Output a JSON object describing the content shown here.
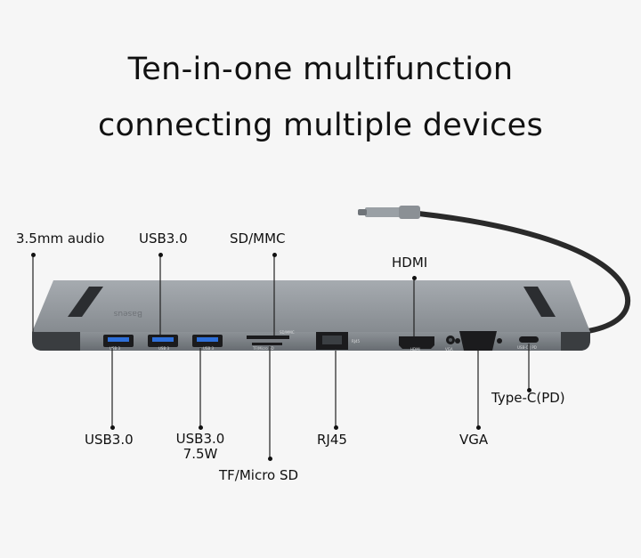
{
  "headline": {
    "line1": "Ten-in-one multifunction",
    "line2": "connecting multiple devices"
  },
  "labels": {
    "audio": "3.5mm audio",
    "usb_top": "USB3.0",
    "sd_mmc": "SD/MMC",
    "hdmi": "HDMI",
    "usb_bottom_left": "USB3.0",
    "usb_bottom_mid_line1": "USB3.0",
    "usb_bottom_mid_line2": "7.5W",
    "tf_micro_sd": "TF/Micro SD",
    "rj45": "RJ45",
    "vga": "VGA",
    "type_c": "Type-C(PD)"
  },
  "device_markings": {
    "brand": "Baseus",
    "usb1": "USB 3",
    "usb2": "USB 3",
    "usb3": "USB 3",
    "sd_small": "SD/MMC",
    "tf_small": "TF/Micro SD",
    "rj45_small": "RJ45",
    "hdmi_small": "HDMI",
    "vga_small": "VGA",
    "typec_small": "USB-C | PD"
  },
  "colors": {
    "background": "#f6f6f6",
    "hub_top": "#8e9398",
    "hub_front": "#7a7f84",
    "port_black": "#1b1b1d",
    "cable": "#2a2a2a"
  }
}
